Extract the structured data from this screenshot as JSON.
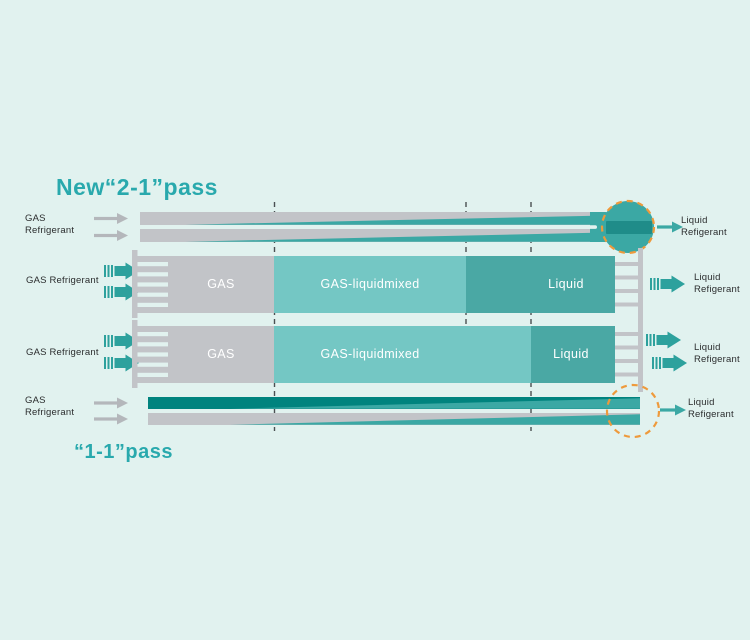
{
  "colors": {
    "bg": "#e1f2ef",
    "gray": "#c2c4c8",
    "gray-arrow": "#b4b7bb",
    "teal-mid": "#3ba8a4",
    "teal-light": "#74c7c4",
    "teal-section": "#4aa8a4",
    "teal-dark": "#00837e",
    "teal-darker": "#1f8c89",
    "teal-arrow": "#2da19d",
    "orange": "#ee9a3c",
    "title": "#29a9ad",
    "text": "#2b2d2e",
    "dash": "#4a4f52"
  },
  "titles": {
    "new_pass": "New“2-1”pass",
    "old_pass": "“1-1”pass"
  },
  "labels": {
    "gas_in": "GAS\nRefrigerant",
    "gas_in_inline": "GAS Refrigerant",
    "liquid_out": "Liquid\nRefigerant"
  },
  "bars": {
    "pass21": {
      "sections": [
        "GAS",
        "GAS-liquidmixed",
        "Liquid"
      ]
    },
    "pass11": {
      "sections": [
        "GAS",
        "GAS-liquidmixed",
        "Liquid"
      ]
    }
  }
}
